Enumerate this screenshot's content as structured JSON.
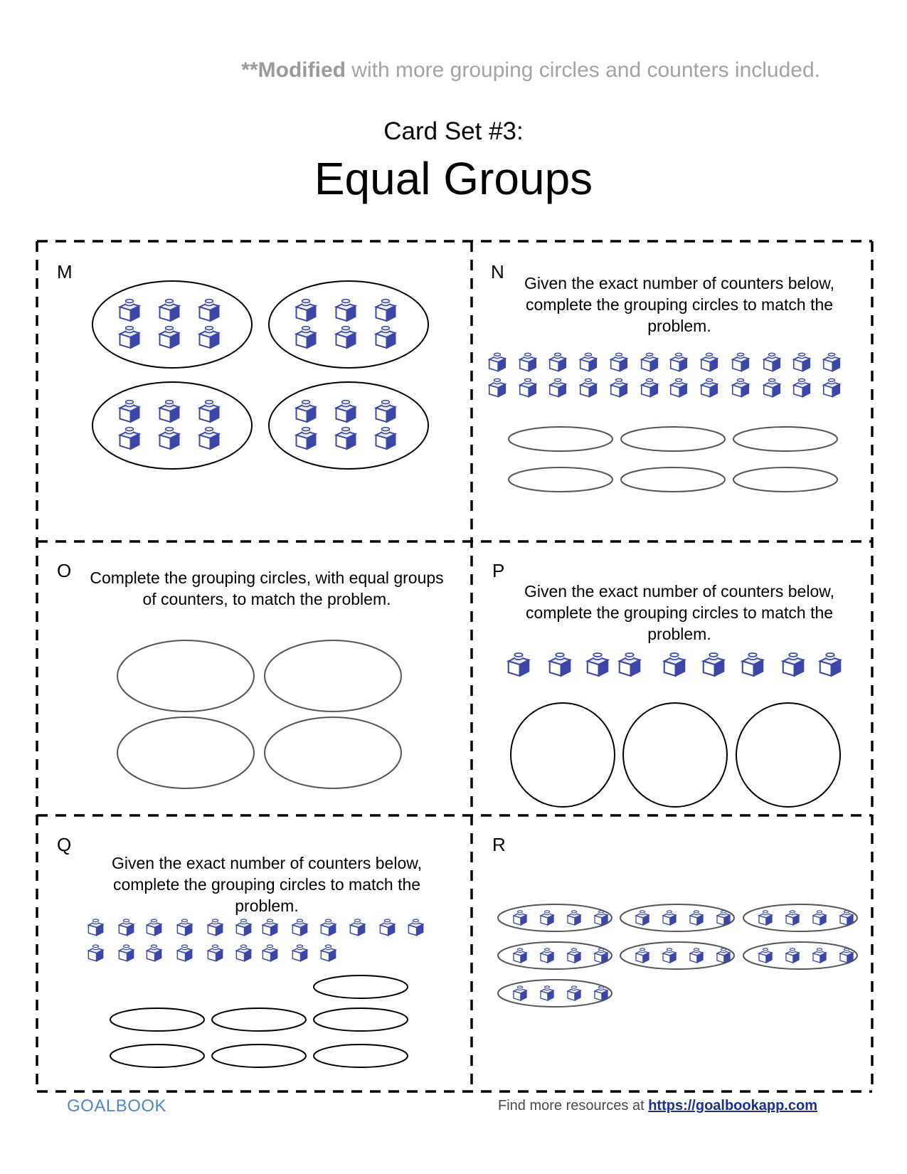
{
  "header": {
    "modified_bold": "**Modified",
    "modified_rest": " with more grouping circles and counters included.",
    "subtitle": "Card Set #3:",
    "title": "Equal Groups"
  },
  "cards": {
    "M": {
      "label": "M"
    },
    "N": {
      "label": "N",
      "instruction": "Given the exact number of counters below, complete the grouping circles to match the problem."
    },
    "O": {
      "label": "O",
      "instruction": "Complete the grouping circles, with equal groups of counters, to match the problem."
    },
    "P": {
      "label": "P",
      "instruction": "Given the exact number of counters below, complete the grouping circles to match the problem."
    },
    "Q": {
      "label": "Q",
      "instruction": "Given the exact number of counters below, complete the grouping circles to match the problem."
    },
    "R": {
      "label": "R"
    }
  },
  "counts": {
    "M_groups": 4,
    "M_per_group": 6,
    "N_counters": 24,
    "N_empty_ovals": 6,
    "O_empty_ovals": 4,
    "P_counters": 9,
    "P_empty_circles": 3,
    "Q_counters": 21,
    "Q_empty_ovals": 7,
    "R_groups": 7,
    "R_per_group": 4
  },
  "colors": {
    "counter": "#3b46a8",
    "counter_light": "#e9ebf7"
  },
  "footer": {
    "logo": "GOALBOOK",
    "text": "Find more resources at ",
    "link": "https://goalbookapp.com"
  }
}
